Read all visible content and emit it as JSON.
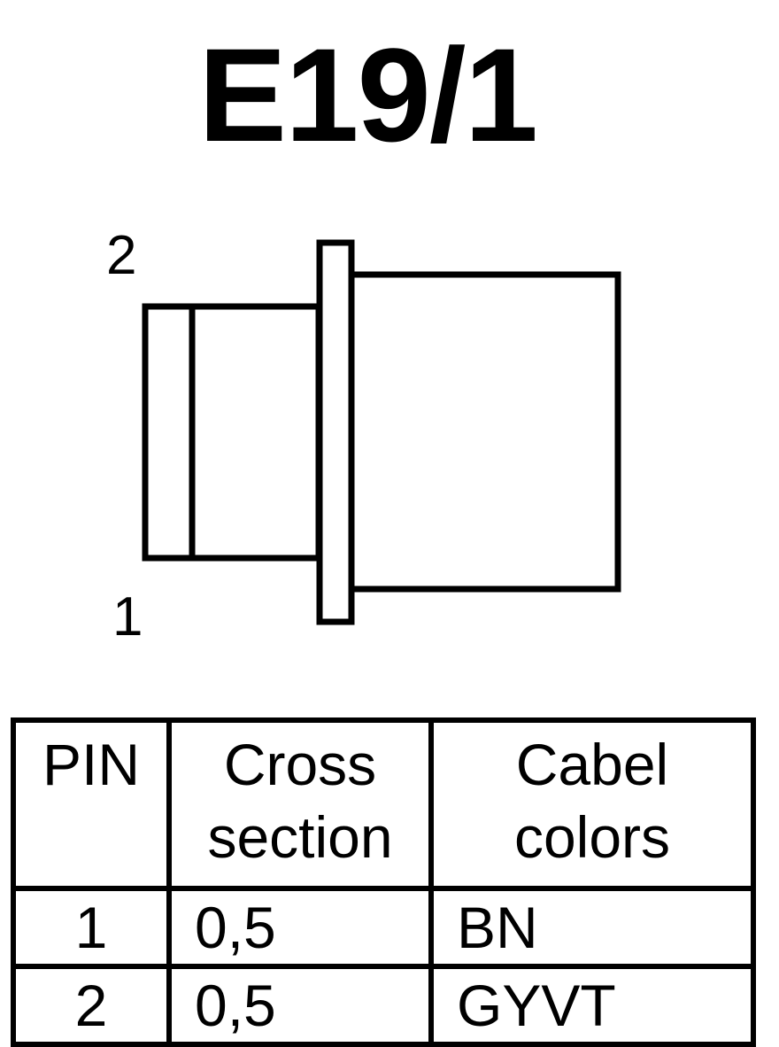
{
  "title": "E19/1",
  "connector": {
    "pin_top_label": "2",
    "pin_bottom_label": "1"
  },
  "table": {
    "headers": {
      "pin": "PIN",
      "cross_section_line1": "Cross",
      "cross_section_line2": "section",
      "cable_colors_line1": "Cabel",
      "cable_colors_line2": "colors"
    },
    "rows": [
      {
        "pin": "1",
        "cross_section": "0,5",
        "color": "BN"
      },
      {
        "pin": "2",
        "cross_section": "0,5",
        "color": "GYVT"
      }
    ]
  }
}
